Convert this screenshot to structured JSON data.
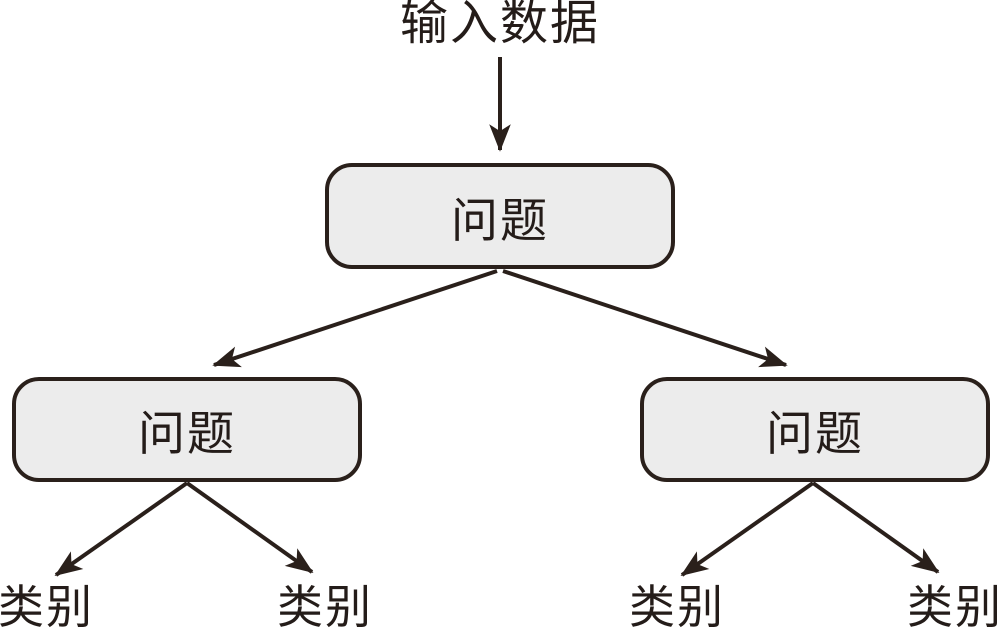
{
  "diagram": {
    "input_label": "输入数据",
    "root_node": {
      "label": "问题"
    },
    "left_node": {
      "label": "问题"
    },
    "right_node": {
      "label": "问题"
    },
    "leaves": [
      {
        "label": "类别"
      },
      {
        "label": "类别"
      },
      {
        "label": "类别"
      },
      {
        "label": "类别"
      }
    ],
    "colors": {
      "background": "#ffffff",
      "node_fill": "#ececec",
      "node_border": "#2a201b",
      "arrow": "#2a201b",
      "text": "#241c19"
    }
  }
}
